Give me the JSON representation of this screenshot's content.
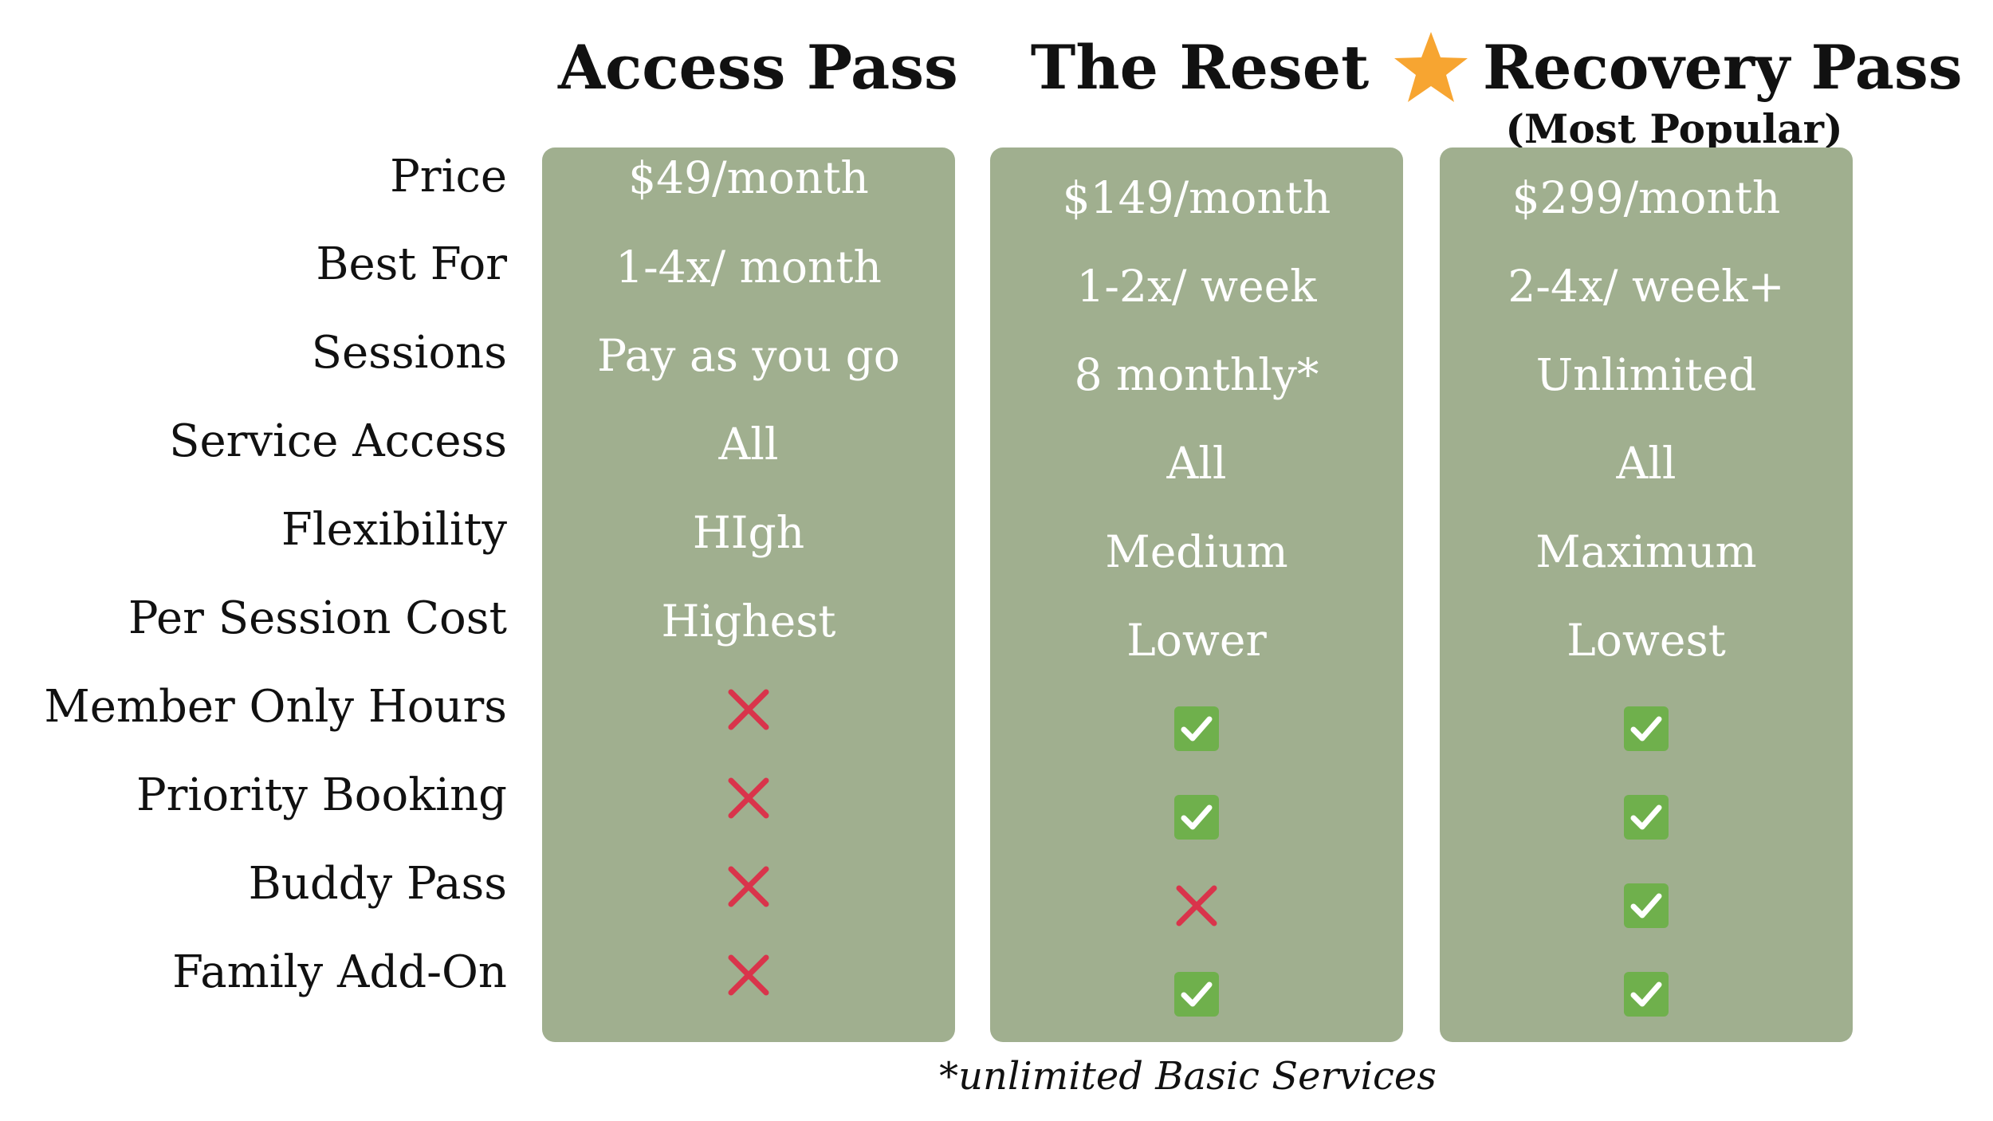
{
  "plans": [
    {
      "title": "Access Pass",
      "subtitle": "",
      "cells": [
        {
          "text": "$49/month"
        },
        {
          "text": "1-4x/ month"
        },
        {
          "text": "Pay as you go"
        },
        {
          "text": "All"
        },
        {
          "text": "HIgh"
        },
        {
          "text": "Highest"
        },
        {
          "icon": "x-icon"
        },
        {
          "icon": "x-icon"
        },
        {
          "icon": "x-icon"
        },
        {
          "icon": "x-icon"
        }
      ]
    },
    {
      "title": "The Reset",
      "subtitle": "",
      "cells": [
        {
          "text": "$149/month"
        },
        {
          "text": "1-2x/ week"
        },
        {
          "text": "8 monthly*"
        },
        {
          "text": "All"
        },
        {
          "text": "Medium"
        },
        {
          "text": "Lower"
        },
        {
          "icon": "check-icon"
        },
        {
          "icon": "check-icon"
        },
        {
          "icon": "x-icon"
        },
        {
          "icon": "check-icon"
        }
      ]
    },
    {
      "title": "Recovery Pass",
      "subtitle": "(Most Popular)",
      "cells": [
        {
          "text": "$299/month"
        },
        {
          "text": "2-4x/ week+"
        },
        {
          "text": "Unlimited"
        },
        {
          "text": "All"
        },
        {
          "text": "Maximum"
        },
        {
          "text": "Lowest"
        },
        {
          "icon": "check-icon"
        },
        {
          "icon": "check-icon"
        },
        {
          "icon": "check-icon"
        },
        {
          "icon": "check-icon"
        }
      ]
    }
  ],
  "row_labels": [
    "Price",
    "Best For",
    "Sessions",
    "Service Access",
    "Flexibility",
    "Per Session Cost",
    "Member Only Hours",
    "Priority Booking",
    "Buddy Pass",
    "Family Add-On"
  ],
  "footnote": "*unlimited Basic Services",
  "colors": {
    "column_bg": "#a0af8f",
    "check_bg": "#6fb04c",
    "x_color": "#d9344b",
    "star_color": "#f7a531",
    "cell_text": "#ffffff",
    "label_text": "#111111"
  },
  "badge_icon": "star-icon"
}
